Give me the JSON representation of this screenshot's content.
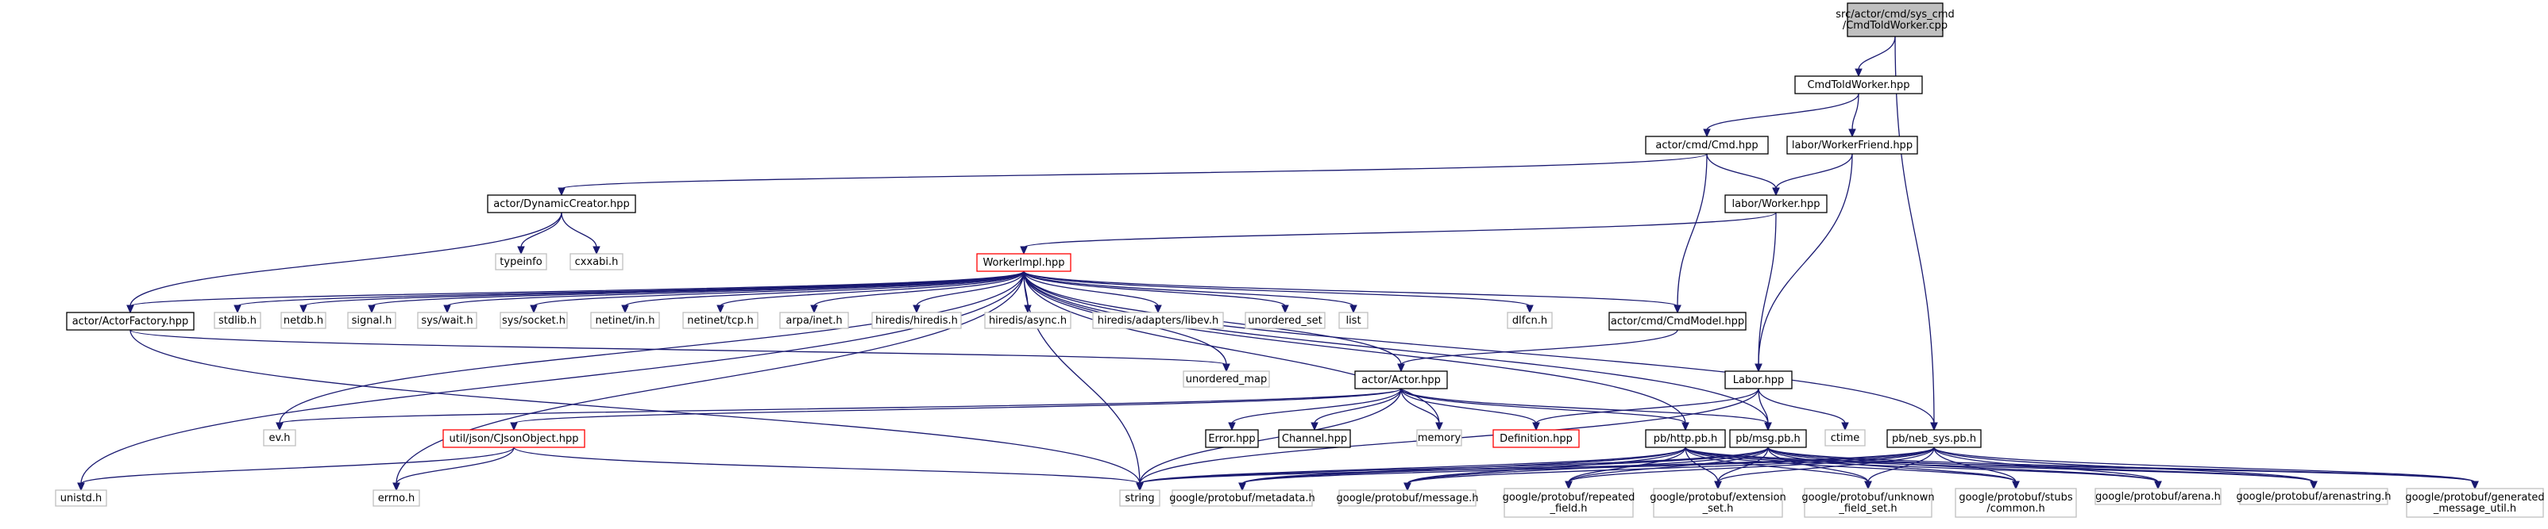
{
  "colors": {
    "edge": "#191970",
    "normal_border": "#000000",
    "missing_border": "#bfbfbf",
    "undocumented_border": "#ff0000",
    "root_fill": "#bfbfbf",
    "fill": "#ffffff",
    "text": "#000000"
  },
  "nodes": [
    {
      "id": "root",
      "lines": [
        "src/actor/cmd/sys_cmd",
        "/CmdToldWorker.cpp"
      ],
      "style": "root"
    },
    {
      "id": "cmdtoldworker",
      "lines": [
        "CmdToldWorker.hpp"
      ],
      "style": "normal"
    },
    {
      "id": "cmd",
      "lines": [
        "actor/cmd/Cmd.hpp"
      ],
      "style": "normal"
    },
    {
      "id": "workerfriend",
      "lines": [
        "labor/WorkerFriend.hpp"
      ],
      "style": "normal"
    },
    {
      "id": "dynamiccreator",
      "lines": [
        "actor/DynamicCreator.hpp"
      ],
      "style": "normal"
    },
    {
      "id": "worker",
      "lines": [
        "labor/Worker.hpp"
      ],
      "style": "normal"
    },
    {
      "id": "typeinfo",
      "lines": [
        "typeinfo"
      ],
      "style": "missing"
    },
    {
      "id": "cxxabi",
      "lines": [
        "cxxabi.h"
      ],
      "style": "missing"
    },
    {
      "id": "workerimpl",
      "lines": [
        "WorkerImpl.hpp"
      ],
      "style": "undocumented"
    },
    {
      "id": "actorfactory",
      "lines": [
        "actor/ActorFactory.hpp"
      ],
      "style": "normal"
    },
    {
      "id": "stdlib",
      "lines": [
        "stdlib.h"
      ],
      "style": "missing"
    },
    {
      "id": "netdb",
      "lines": [
        "netdb.h"
      ],
      "style": "missing"
    },
    {
      "id": "signal",
      "lines": [
        "signal.h"
      ],
      "style": "missing"
    },
    {
      "id": "syswait",
      "lines": [
        "sys/wait.h"
      ],
      "style": "missing"
    },
    {
      "id": "syssocket",
      "lines": [
        "sys/socket.h"
      ],
      "style": "missing"
    },
    {
      "id": "netinetin",
      "lines": [
        "netinet/in.h"
      ],
      "style": "missing"
    },
    {
      "id": "netinettcp",
      "lines": [
        "netinet/tcp.h"
      ],
      "style": "missing"
    },
    {
      "id": "arpainet",
      "lines": [
        "arpa/inet.h"
      ],
      "style": "missing"
    },
    {
      "id": "hiredis",
      "lines": [
        "hiredis/hiredis.h"
      ],
      "style": "missing"
    },
    {
      "id": "hiredisasync",
      "lines": [
        "hiredis/async.h"
      ],
      "style": "missing"
    },
    {
      "id": "libev",
      "lines": [
        "hiredis/adapters/libev.h"
      ],
      "style": "missing"
    },
    {
      "id": "unorderedset",
      "lines": [
        "unordered_set"
      ],
      "style": "missing"
    },
    {
      "id": "list",
      "lines": [
        "list"
      ],
      "style": "missing"
    },
    {
      "id": "dlfcn",
      "lines": [
        "dlfcn.h"
      ],
      "style": "missing"
    },
    {
      "id": "cmdmodel",
      "lines": [
        "actor/cmd/CmdModel.hpp"
      ],
      "style": "normal"
    },
    {
      "id": "labor",
      "lines": [
        "Labor.hpp"
      ],
      "style": "normal"
    },
    {
      "id": "unorderedmap",
      "lines": [
        "unordered_map"
      ],
      "style": "missing"
    },
    {
      "id": "actor",
      "lines": [
        "actor/Actor.hpp"
      ],
      "style": "normal"
    },
    {
      "id": "evh",
      "lines": [
        "ev.h"
      ],
      "style": "missing"
    },
    {
      "id": "cjson",
      "lines": [
        "util/json/CJsonObject.hpp"
      ],
      "style": "undocumented"
    },
    {
      "id": "error",
      "lines": [
        "Error.hpp"
      ],
      "style": "normal"
    },
    {
      "id": "channel",
      "lines": [
        "Channel.hpp"
      ],
      "style": "normal"
    },
    {
      "id": "memory",
      "lines": [
        "memory"
      ],
      "style": "missing"
    },
    {
      "id": "definition",
      "lines": [
        "Definition.hpp"
      ],
      "style": "undocumented"
    },
    {
      "id": "ctime",
      "lines": [
        "ctime"
      ],
      "style": "missing"
    },
    {
      "id": "neb_sys",
      "lines": [
        "pb/neb_sys.pb.h"
      ],
      "style": "normal"
    },
    {
      "id": "http",
      "lines": [
        "pb/http.pb.h"
      ],
      "style": "normal"
    },
    {
      "id": "msg",
      "lines": [
        "pb/msg.pb.h"
      ],
      "style": "normal"
    },
    {
      "id": "unistd",
      "lines": [
        "unistd.h"
      ],
      "style": "missing"
    },
    {
      "id": "errno",
      "lines": [
        "errno.h"
      ],
      "style": "missing"
    },
    {
      "id": "string",
      "lines": [
        "string"
      ],
      "style": "missing"
    },
    {
      "id": "metadata",
      "lines": [
        "google/protobuf/metadata.h"
      ],
      "style": "missing"
    },
    {
      "id": "message",
      "lines": [
        "google/protobuf/message.h"
      ],
      "style": "missing"
    },
    {
      "id": "repeated",
      "lines": [
        "google/protobuf/repeated",
        "_field.h"
      ],
      "style": "missing"
    },
    {
      "id": "extension",
      "lines": [
        "google/protobuf/extension",
        "_set.h"
      ],
      "style": "missing"
    },
    {
      "id": "unknown",
      "lines": [
        "google/protobuf/unknown",
        "_field_set.h"
      ],
      "style": "missing"
    },
    {
      "id": "stubs",
      "lines": [
        "google/protobuf/stubs",
        "/common.h"
      ],
      "style": "missing"
    },
    {
      "id": "arena",
      "lines": [
        "google/protobuf/arena.h"
      ],
      "style": "missing"
    },
    {
      "id": "arenastring",
      "lines": [
        "google/protobuf/arenastring.h"
      ],
      "style": "missing"
    },
    {
      "id": "generated",
      "lines": [
        "google/protobuf/generated",
        "_message_util.h"
      ],
      "style": "missing"
    }
  ],
  "edges": [
    [
      "root",
      "cmdtoldworker"
    ],
    [
      "root",
      "neb_sys"
    ],
    [
      "cmdtoldworker",
      "cmd"
    ],
    [
      "cmdtoldworker",
      "workerfriend"
    ],
    [
      "cmd",
      "dynamiccreator"
    ],
    [
      "cmd",
      "worker"
    ],
    [
      "cmd",
      "cmdmodel"
    ],
    [
      "workerfriend",
      "worker"
    ],
    [
      "workerfriend",
      "labor"
    ],
    [
      "dynamiccreator",
      "typeinfo"
    ],
    [
      "dynamiccreator",
      "cxxabi"
    ],
    [
      "dynamiccreator",
      "actorfactory"
    ],
    [
      "worker",
      "workerimpl"
    ],
    [
      "worker",
      "labor"
    ],
    [
      "workerimpl",
      "actorfactory"
    ],
    [
      "workerimpl",
      "stdlib"
    ],
    [
      "workerimpl",
      "netdb"
    ],
    [
      "workerimpl",
      "signal"
    ],
    [
      "workerimpl",
      "syswait"
    ],
    [
      "workerimpl",
      "syssocket"
    ],
    [
      "workerimpl",
      "netinetin"
    ],
    [
      "workerimpl",
      "netinettcp"
    ],
    [
      "workerimpl",
      "arpainet"
    ],
    [
      "workerimpl",
      "hiredis"
    ],
    [
      "workerimpl",
      "hiredisasync"
    ],
    [
      "workerimpl",
      "libev"
    ],
    [
      "workerimpl",
      "unorderedset"
    ],
    [
      "workerimpl",
      "list"
    ],
    [
      "workerimpl",
      "dlfcn"
    ],
    [
      "workerimpl",
      "cmdmodel"
    ],
    [
      "workerimpl",
      "unistd"
    ],
    [
      "workerimpl",
      "errno"
    ],
    [
      "workerimpl",
      "evh"
    ],
    [
      "workerimpl",
      "unorderedmap"
    ],
    [
      "workerimpl",
      "actor"
    ],
    [
      "workerimpl",
      "memory"
    ],
    [
      "workerimpl",
      "http"
    ],
    [
      "workerimpl",
      "msg"
    ],
    [
      "workerimpl",
      "neb_sys"
    ],
    [
      "workerimpl",
      "string"
    ],
    [
      "actorfactory",
      "unorderedmap"
    ],
    [
      "actorfactory",
      "string"
    ],
    [
      "cmdmodel",
      "actor"
    ],
    [
      "labor",
      "definition"
    ],
    [
      "labor",
      "msg"
    ],
    [
      "labor",
      "ctime"
    ],
    [
      "labor",
      "string"
    ],
    [
      "actor",
      "evh"
    ],
    [
      "actor",
      "cjson"
    ],
    [
      "actor",
      "error"
    ],
    [
      "actor",
      "channel"
    ],
    [
      "actor",
      "memory"
    ],
    [
      "actor",
      "definition"
    ],
    [
      "actor",
      "http"
    ],
    [
      "actor",
      "msg"
    ],
    [
      "actor",
      "string"
    ],
    [
      "cjson",
      "unistd"
    ],
    [
      "cjson",
      "errno"
    ],
    [
      "cjson",
      "string"
    ],
    [
      "neb_sys",
      "string"
    ],
    [
      "neb_sys",
      "metadata"
    ],
    [
      "neb_sys",
      "message"
    ],
    [
      "neb_sys",
      "repeated"
    ],
    [
      "neb_sys",
      "extension"
    ],
    [
      "neb_sys",
      "unknown"
    ],
    [
      "neb_sys",
      "stubs"
    ],
    [
      "neb_sys",
      "arena"
    ],
    [
      "neb_sys",
      "arenastring"
    ],
    [
      "neb_sys",
      "generated"
    ],
    [
      "http",
      "string"
    ],
    [
      "http",
      "metadata"
    ],
    [
      "http",
      "message"
    ],
    [
      "http",
      "repeated"
    ],
    [
      "http",
      "extension"
    ],
    [
      "http",
      "unknown"
    ],
    [
      "http",
      "stubs"
    ],
    [
      "http",
      "arena"
    ],
    [
      "http",
      "arenastring"
    ],
    [
      "http",
      "generated"
    ],
    [
      "msg",
      "string"
    ],
    [
      "msg",
      "metadata"
    ],
    [
      "msg",
      "message"
    ],
    [
      "msg",
      "repeated"
    ],
    [
      "msg",
      "extension"
    ],
    [
      "msg",
      "unknown"
    ],
    [
      "msg",
      "stubs"
    ],
    [
      "msg",
      "arena"
    ],
    [
      "msg",
      "arenastring"
    ],
    [
      "msg",
      "generated"
    ]
  ]
}
